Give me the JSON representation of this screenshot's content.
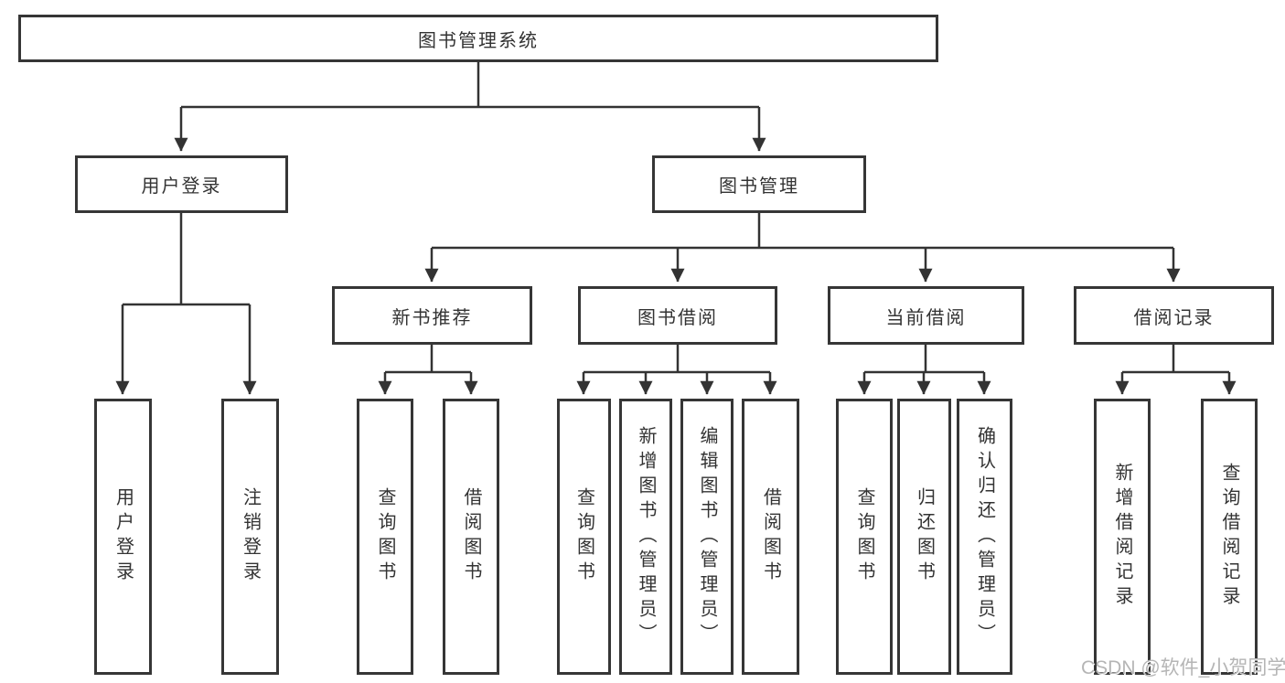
{
  "diagram": {
    "title": "图书管理系统",
    "level2": [
      {
        "label": "用户登录"
      },
      {
        "label": "图书管理"
      }
    ],
    "level3": [
      {
        "label": "新书推荐"
      },
      {
        "label": "图书借阅"
      },
      {
        "label": "当前借阅"
      },
      {
        "label": "借阅记录"
      }
    ],
    "leaves": {
      "user_login": [
        "用户登录",
        "注销登录"
      ],
      "new_book": [
        "查询图书",
        "借阅图书"
      ],
      "book_borrow": [
        "查询图书",
        "新增图书（管理员）",
        "编辑图书（管理员）",
        "借阅图书"
      ],
      "current_borrow": [
        "查询图书",
        "归还图书",
        "确认归还（管理员）"
      ],
      "borrow_record": [
        "新增借阅记录",
        "查询借阅记录"
      ]
    }
  },
  "watermark": {
    "text": "CSDN @软件_小贺同学"
  },
  "colors": {
    "line": "#333333",
    "border": "#363636",
    "text": "#333333",
    "background": "#ffffff",
    "watermark": "#b5b5b5"
  }
}
